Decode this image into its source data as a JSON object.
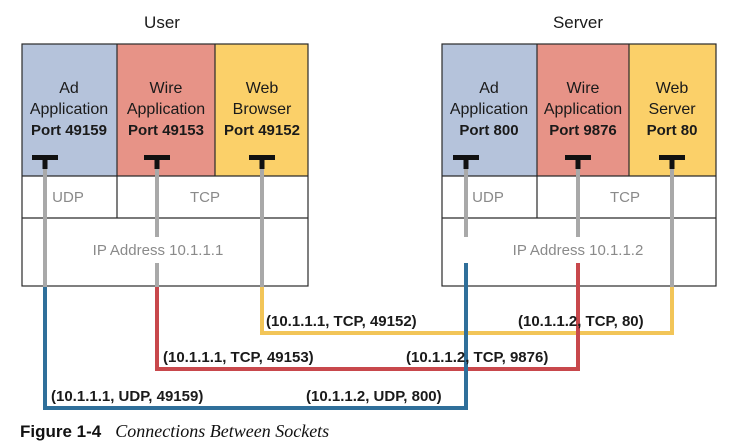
{
  "colors": {
    "blue": "#2f6f9a",
    "red": "#c8484c",
    "yellow": "#f2c558",
    "gray": "#a9a9a9",
    "box_blue": "#b5c3db",
    "box_red": "#e79387",
    "box_yellow": "#fbd069"
  },
  "user": {
    "title": "User",
    "apps": [
      {
        "line1": "Ad",
        "line2": "Application",
        "port": "Port 49159"
      },
      {
        "line1": "Wire",
        "line2": "Application",
        "port": "Port 49153"
      },
      {
        "line1": "Web",
        "line2": "Browser",
        "port": "Port 49152"
      }
    ],
    "udp": "UDP",
    "tcp": "TCP",
    "ip": "IP Address 10.1.1.1"
  },
  "server": {
    "title": "Server",
    "apps": [
      {
        "line1": "Ad",
        "line2": "Application",
        "port": "Port 800"
      },
      {
        "line1": "Wire",
        "line2": "Application",
        "port": "Port 9876"
      },
      {
        "line1": "Web",
        "line2": "Server",
        "port": "Port 80"
      }
    ],
    "udp": "UDP",
    "tcp": "TCP",
    "ip": "IP Address 10.1.1.2"
  },
  "connections": [
    {
      "color": "yellow",
      "left": "(10.1.1.1, TCP, 49152)",
      "right": "(10.1.1.2, TCP, 80)"
    },
    {
      "color": "red",
      "left": "(10.1.1.1, TCP, 49153)",
      "right": "(10.1.1.2, TCP, 9876)"
    },
    {
      "color": "blue",
      "left": "(10.1.1.1, UDP, 49159)",
      "right": "(10.1.1.2, UDP, 800)"
    }
  ],
  "caption": {
    "label": "Figure 1-4",
    "text": "Connections Between Sockets"
  }
}
